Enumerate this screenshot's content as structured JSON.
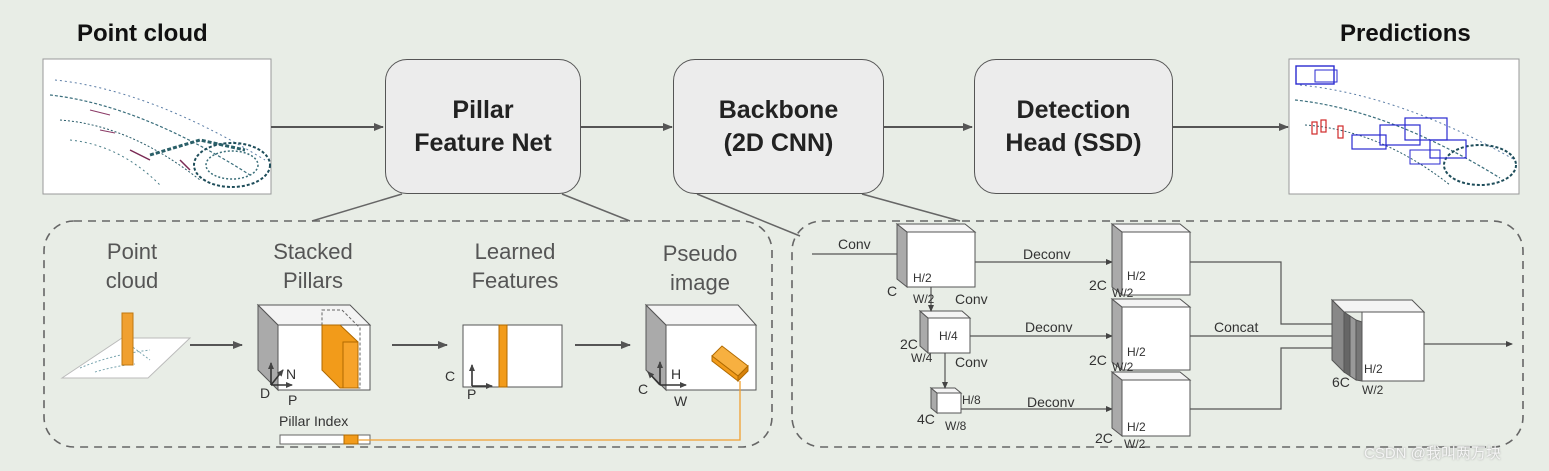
{
  "headers": {
    "left": "Point cloud",
    "right": "Predictions"
  },
  "pipeline": {
    "pillar_feature_net": "Pillar\nFeature Net",
    "backbone": "Backbone\n(2D CNN)",
    "detection_head": "Detection\nHead (SSD)"
  },
  "pfn": {
    "point_cloud": "Point\ncloud",
    "stacked_pillars": "Stacked\nPillars",
    "learned_features": "Learned\nFeatures",
    "pseudo_image": "Pseudo\nimage",
    "pillar_index": "Pillar Index",
    "axis_D": "D",
    "axis_N": "N",
    "axis_P": "P",
    "axis_C": "C",
    "axis_P2": "P",
    "axis_C2": "C",
    "axis_H": "H",
    "axis_W": "W"
  },
  "backbone": {
    "conv_in": "Conv",
    "b1_C": "C",
    "b1_H": "H/2",
    "b1_W": "W/2",
    "conv2": "Conv",
    "b2_C": "2C",
    "b2_H": "H/4",
    "b2_W": "W/4",
    "conv3": "Conv",
    "b3_C": "4C",
    "b3_H": "H/8",
    "b3_W": "W/8",
    "deconv1": "Deconv",
    "deconv2": "Deconv",
    "deconv3": "Deconv",
    "u1_C": "2C",
    "u1_H": "H/2",
    "u1_W": "W/2",
    "u2_C": "2C",
    "u2_H": "H/2",
    "u2_W": "W/2",
    "u3_C": "2C",
    "u3_H": "H/2",
    "u3_W": "W/2",
    "concat": "Concat",
    "out_C": "6C",
    "out_H": "H/2",
    "out_W": "W/2"
  },
  "watermark": "CSDN @我叫两万块"
}
